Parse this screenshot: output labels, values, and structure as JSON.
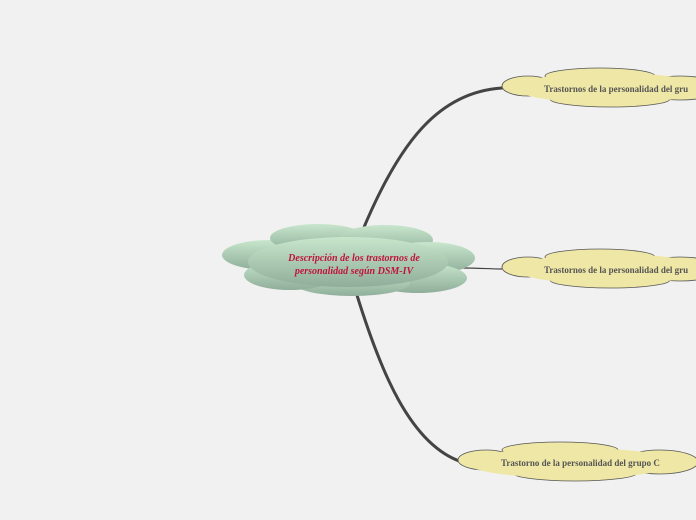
{
  "central": {
    "text": "Descripción de los trastornos de personalidad según DSM-IV"
  },
  "nodes": [
    {
      "label": "Trastornos de la personalidad del gru"
    },
    {
      "label": "Trastornos de la personalidad del gru"
    },
    {
      "label": "Trastorno de la personalidad del grupo C"
    }
  ],
  "colors": {
    "background": "#f1f1f1",
    "central_fill_top": "#c8e6cc",
    "central_fill_bottom": "#8fae9a",
    "central_text": "#c0143c",
    "node_fill": "#efe7a5",
    "node_stroke": "#555555",
    "connector": "#444444"
  }
}
